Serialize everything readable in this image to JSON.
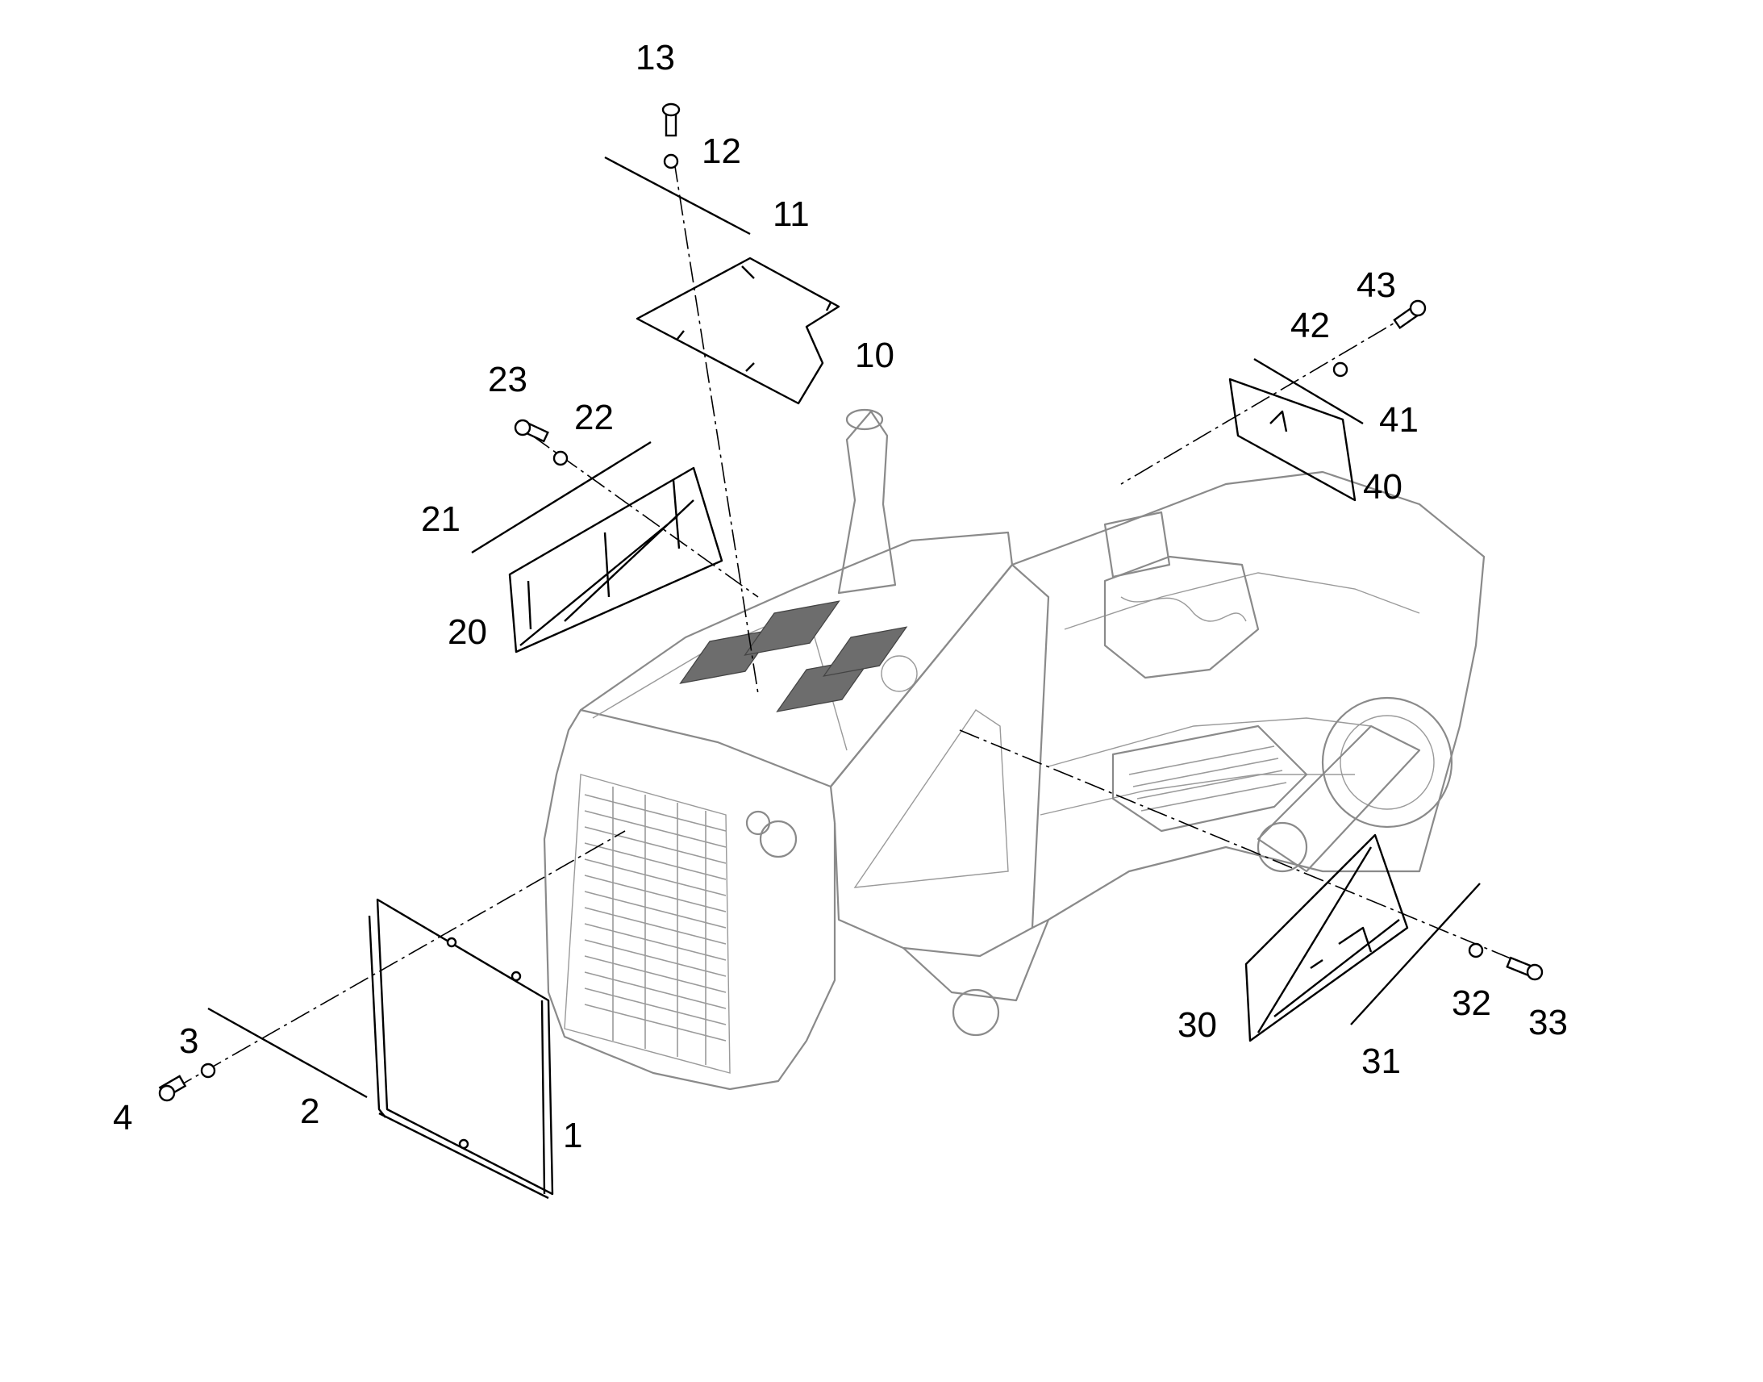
{
  "callouts": {
    "c1": "1",
    "c2": "2",
    "c3": "3",
    "c4": "4",
    "c10": "10",
    "c11": "11",
    "c12": "12",
    "c13": "13",
    "c20": "20",
    "c21": "21",
    "c22": "22",
    "c23": "23",
    "c30": "30",
    "c31": "31",
    "c32": "32",
    "c33": "33",
    "c40": "40",
    "c41": "41",
    "c42": "42",
    "c43": "43"
  }
}
